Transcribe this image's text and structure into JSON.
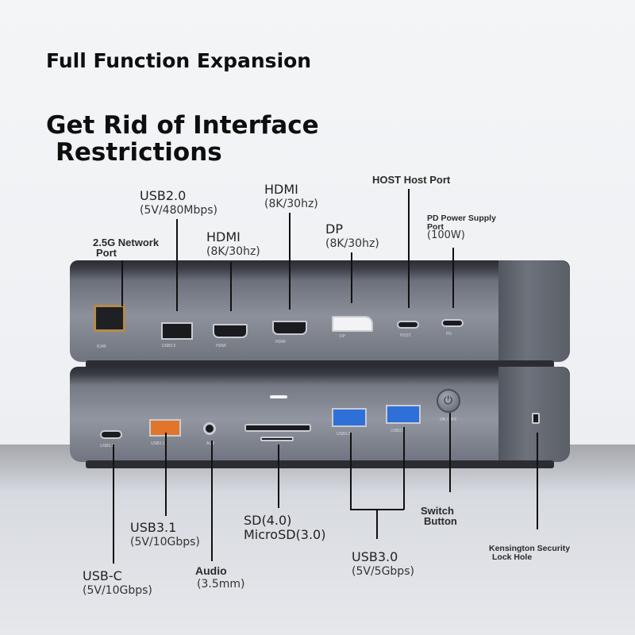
{
  "headline": {
    "line1": "Full Function Expansion",
    "line2": "Get Rid of Interface",
    "line3": "Restrictions"
  },
  "labels": {
    "usb20": {
      "name": "USB2.0",
      "spec": "(5V/480Mbps)"
    },
    "hdmi_left": {
      "name": "HDMI",
      "spec": "(8K/30hz)"
    },
    "hdmi_right": {
      "name": "HDMI",
      "spec": "(8K/30hz)"
    },
    "dp": {
      "name": "DP",
      "spec": "(8K/30hz)"
    },
    "host": {
      "name": "HOST Host Port"
    },
    "pd": {
      "name1": "PD Power Supply",
      "name2": "Port",
      "spec": "(100W)"
    },
    "network": {
      "name1": "2.5G Network",
      "name2": "Port"
    },
    "usbc": {
      "name": "USB-C",
      "spec": "(5V/10Gbps)"
    },
    "usb31": {
      "name": "USB3.1",
      "spec": "(5V/10Gbps)"
    },
    "audio": {
      "name": "Audio",
      "spec": "(3.5mm)"
    },
    "sd": {
      "name1": "SD(4.0)",
      "name2": "MicroSD(3.0)"
    },
    "usb30": {
      "name": "USB3.0",
      "spec": "(5V/5Gbps)"
    },
    "switch": {
      "name1": "Switch",
      "name2": "Button"
    },
    "kensington": {
      "name1": "Kensington Security",
      "name2": "Lock Hole"
    }
  },
  "port_prints": {
    "rj45": "RJ45",
    "usb2": "USB2.0",
    "hdmi1": "HDMI",
    "hdmi2": "HDMI",
    "dp": "DP",
    "host": "HOST",
    "pd": "PD",
    "usb3_c": "USB3.1",
    "usb3_a": "USB3.1",
    "aux": "AUX",
    "usb30a": "USB3.0",
    "usb30b": "USB3.0",
    "onoff": "ON / OFF"
  },
  "colors": {
    "device": "#8d919b",
    "usb3_blue": "#2f6fd8",
    "usb31_orange": "#e0752b",
    "port": "#1a1b1f"
  }
}
